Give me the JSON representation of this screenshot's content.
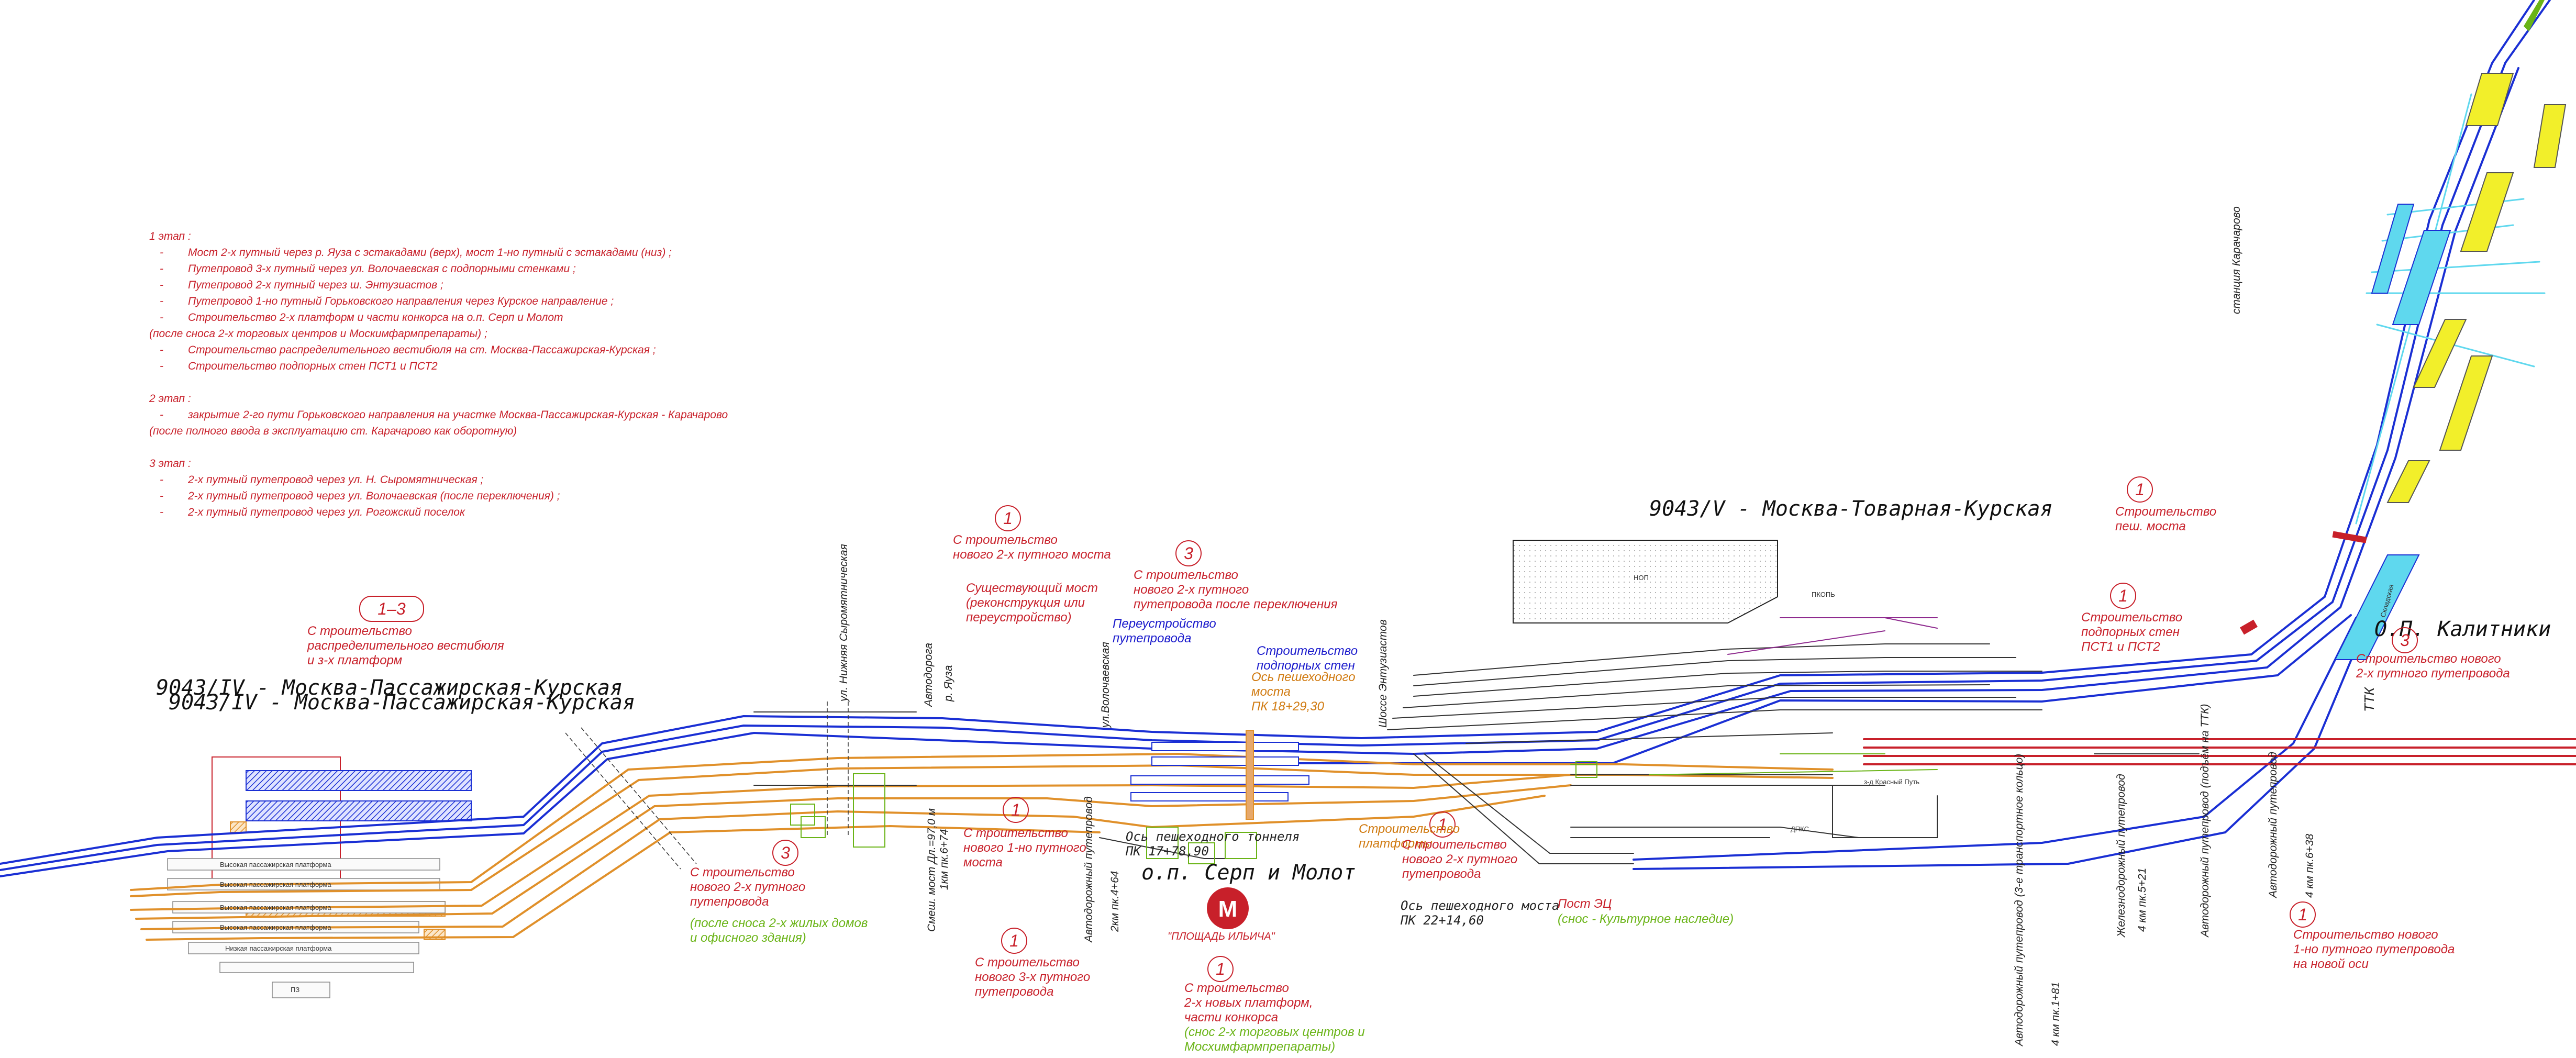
{
  "stages": {
    "stage1_header": "1 этап :",
    "stage1_items": [
      "Мост 2-х путный через р. Яуза с эстакадами (верх), мост 1-но путный с эстакадами (низ) ;",
      "Путепровод 3-х путный через ул. Волочаевская с подпорными стенками ;",
      "Путепровод 2-х путный через ш. Энтузиастов ;",
      "Путепровод  1-но путный Горьковского направления через Курское направление ;",
      "Строительство 2-х платформ и части конкорса на о.п. Серп и Молот"
    ],
    "stage1_note": "(после сноса 2-х торговых центров и Москимфармпрепараты) ;",
    "stage1_items2": [
      "Строительство распределительного вестибюля на ст. Москва-Пассажирская-Курская ;",
      "Строительство подпорных стен ПСТ1 и ПСТ2"
    ],
    "stage2_header": "2 этап :",
    "stage2_items": [
      "закрытие 2-го пути Горьковского направления на участке Москва-Пассажирская-Курская - Карачарово"
    ],
    "stage2_note": "(после полного ввода в эксплуатацию ст. Карачарово как оборотную)",
    "stage3_header": "3 этап :",
    "stage3_items": [
      "2-х путный путепровод через ул. Н. Сыромятническая ;",
      "2-х путный путепровод через ул. Волочаевская (после переключения) ;",
      "2-х путный путепровод через ул. Рогожский поселок"
    ]
  },
  "stations": {
    "passazhirskaya_1": "9043/IV - Москва-Пассажирская-Курская",
    "passazhirskaya_2": "9043/IV - Москва-Пассажирская-Курская",
    "tovarnaya": "9043/V - Москва-Товарная-Курская",
    "serp_molot": "о.п. Серп и Молот",
    "kalitniki": "О.П. Калитники",
    "metro_label": "\"ПЛОЩАДЬ ИЛЬИЧА\"",
    "metro_letter": "М"
  },
  "circles": {
    "c1": "1",
    "c2": "3",
    "c3": "1",
    "c4": "1",
    "c5": "3",
    "c6": "1",
    "c7": "1",
    "c8": "1",
    "c9": "1",
    "c10": "3",
    "c11": "1",
    "c12": "3",
    "c13": "1",
    "c14": "1–3"
  },
  "annotations": {
    "vestibule": "С троительство\nраспределительного вестибюля\nи з-х платформ",
    "bridge2": "С троительство\nнового 2-х путного моста",
    "existing_bridge": "Существующий мост\n(реконструкция или\nпереустройство)",
    "overpass_switch": "С троительство\nнового 2-х путного\nпутепровода после переключения",
    "rebuild_overpass": "Переустройство\nпутепровода",
    "retaining_walls": "Строительство\nподпорных стен",
    "ped_axis1": "Ось пешеходного\nмоста\nПК  18+29,30",
    "platforms_build": "Строительство\nплатформы",
    "ped_tunnel": "Ось пешеходного тоннеля\nПК  17+78,90",
    "ped_bridge_axis": "Ось пешеходного моста\nПК  22+14,60",
    "post_ec": "Пост ЭЦ",
    "post_ec_note": "(снос - Культурное наследие)",
    "bridge1": "С троительство\nнового 1-но путного\nмоста",
    "overpass2_left": "С троительство\nнового 2-х путного\nпутепровода",
    "overpass2_left_note": "(после сноса 2-х жилых домов\nи офисного здания)",
    "overpass3": "С троительство\nнового 3-х путного\nпутепровода",
    "platforms2": "С троительство\n2-х новых платформ,\nчасти конкорса",
    "platforms2_note": "(снос 2-х торговых центров и\nМосхимфармпрепараты)",
    "overpass2_mid": "С троительство\nнового 2-х путного\nпутепровода",
    "ped_bridge_new": "Строительство\nпеш. моста",
    "pst_walls": "Строительство\nподпорных стен\nПСТ1 и ПСТ2",
    "overpass2_right": "Строительство нового\n2-х путного путепровода",
    "overpass1_new": "Строительство нового\n1-но путного путепровода\nна новой оси"
  },
  "vertical_labels": {
    "syromyat": "ул. Нижняя Сыромятническая",
    "avtodoroga": "Автодорога",
    "yauza": "р. Яуза",
    "volochaevskaya": "ул.Волочаевская",
    "entuziastov": "Шоссе Энтузиастов",
    "smesh_most": "Смеш. мост Дл.=97,0 м",
    "pk_1km": "1км пк.6+74",
    "avto_puteprovod": "Автодорожный путепровод",
    "pk_2km": "2км пк.4+64",
    "avto_ttk3": "Автодорожный путепровод (3-е транспортное кольцо)",
    "pk_4km_1": "4 км пк.1+81",
    "zhd_puteprovod": "Железнодорожный путепровод",
    "pk_4km_2": "4 км пк.5+21",
    "avto_ttk": "Автодорожный путепровод (подъём на ТТК)",
    "avto_pk": "Автодорожный путепровод",
    "pk_4km_3": "4 км пк.6+38",
    "ttk": "ТТК",
    "karacharovo": "станция Карачарово"
  },
  "small_labels": {
    "platform1": "Высокая пассажирская платформа",
    "platform2": "Высокая пассажирская платформа",
    "platform3": "Высокая пассажирская платформа",
    "platform4": "Высокая пассажирская платформа",
    "platform5": "Низкая пассажирская платформа",
    "pz": "ПЗ",
    "nop": "НОП",
    "dpks": "ДПКС",
    "krasny_put": "з-д Красный Путь",
    "pkopu": "ПКОПЬ",
    "gruzovaya": "Складская"
  },
  "colors": {
    "blue_track": "#1a2fd4",
    "orange_track": "#e0902a",
    "red_track": "#c8202a",
    "black_track": "#333333",
    "green_note": "#6ab417",
    "cyan": "#5fd8ee",
    "yellow": "#f2ef2a"
  }
}
